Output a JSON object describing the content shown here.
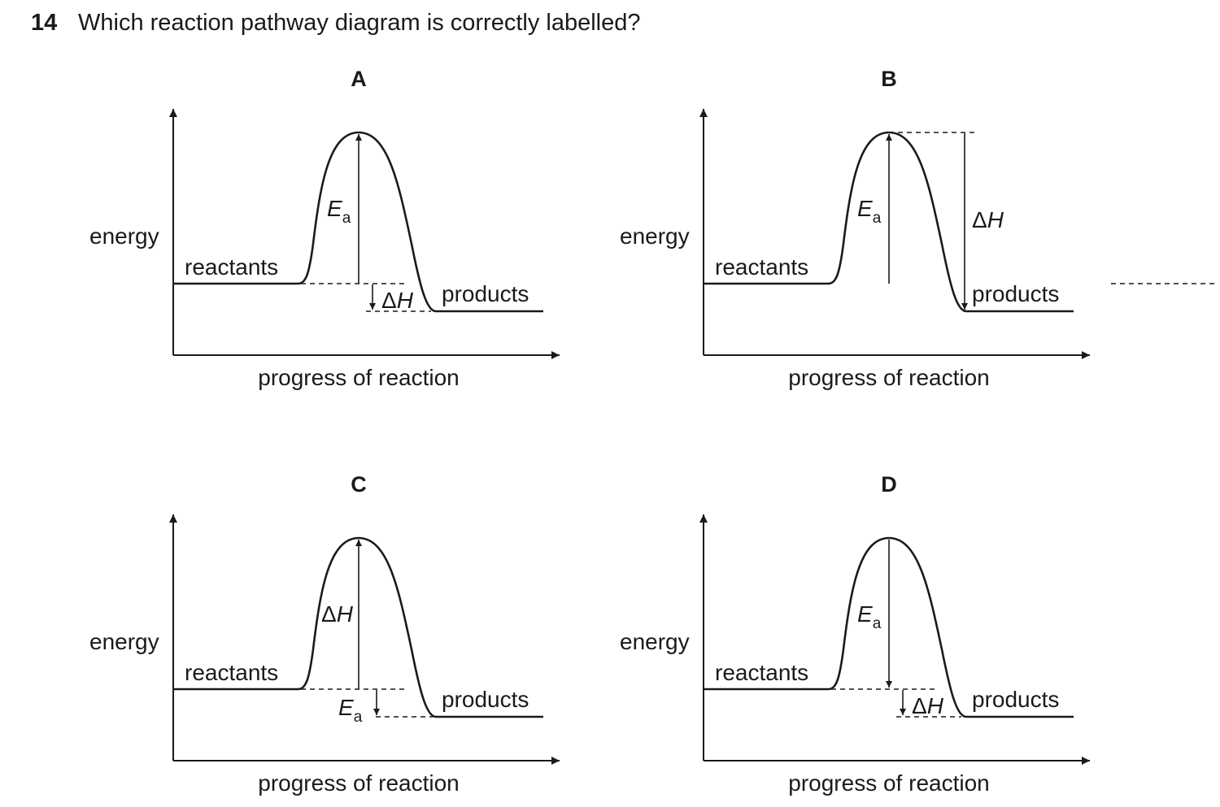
{
  "question": {
    "number": "14",
    "text": "Which reaction pathway diagram is correctly labelled?"
  },
  "axis_labels": {
    "y": "energy",
    "x": "progress of reaction"
  },
  "curve_labels": {
    "reactants": "reactants",
    "products": "products"
  },
  "symbols": {
    "activation_energy": "E",
    "activation_energy_subscript": "a",
    "enthalpy_change": "ΔH"
  },
  "options": [
    {
      "letter": "A",
      "ea_arrow": "reactants-to-peak-up",
      "dh_arrow": "reactants-to-products-down"
    },
    {
      "letter": "B",
      "ea_arrow": "reactants-to-peak-up",
      "dh_arrow": "peak-to-products-down"
    },
    {
      "letter": "C",
      "ea_arrow": "reactants-to-products-down",
      "dh_arrow": "reactants-to-peak-up"
    },
    {
      "letter": "D",
      "ea_arrow": "peak-to-reactants-down",
      "dh_arrow": "reactants-to-products-down"
    }
  ]
}
